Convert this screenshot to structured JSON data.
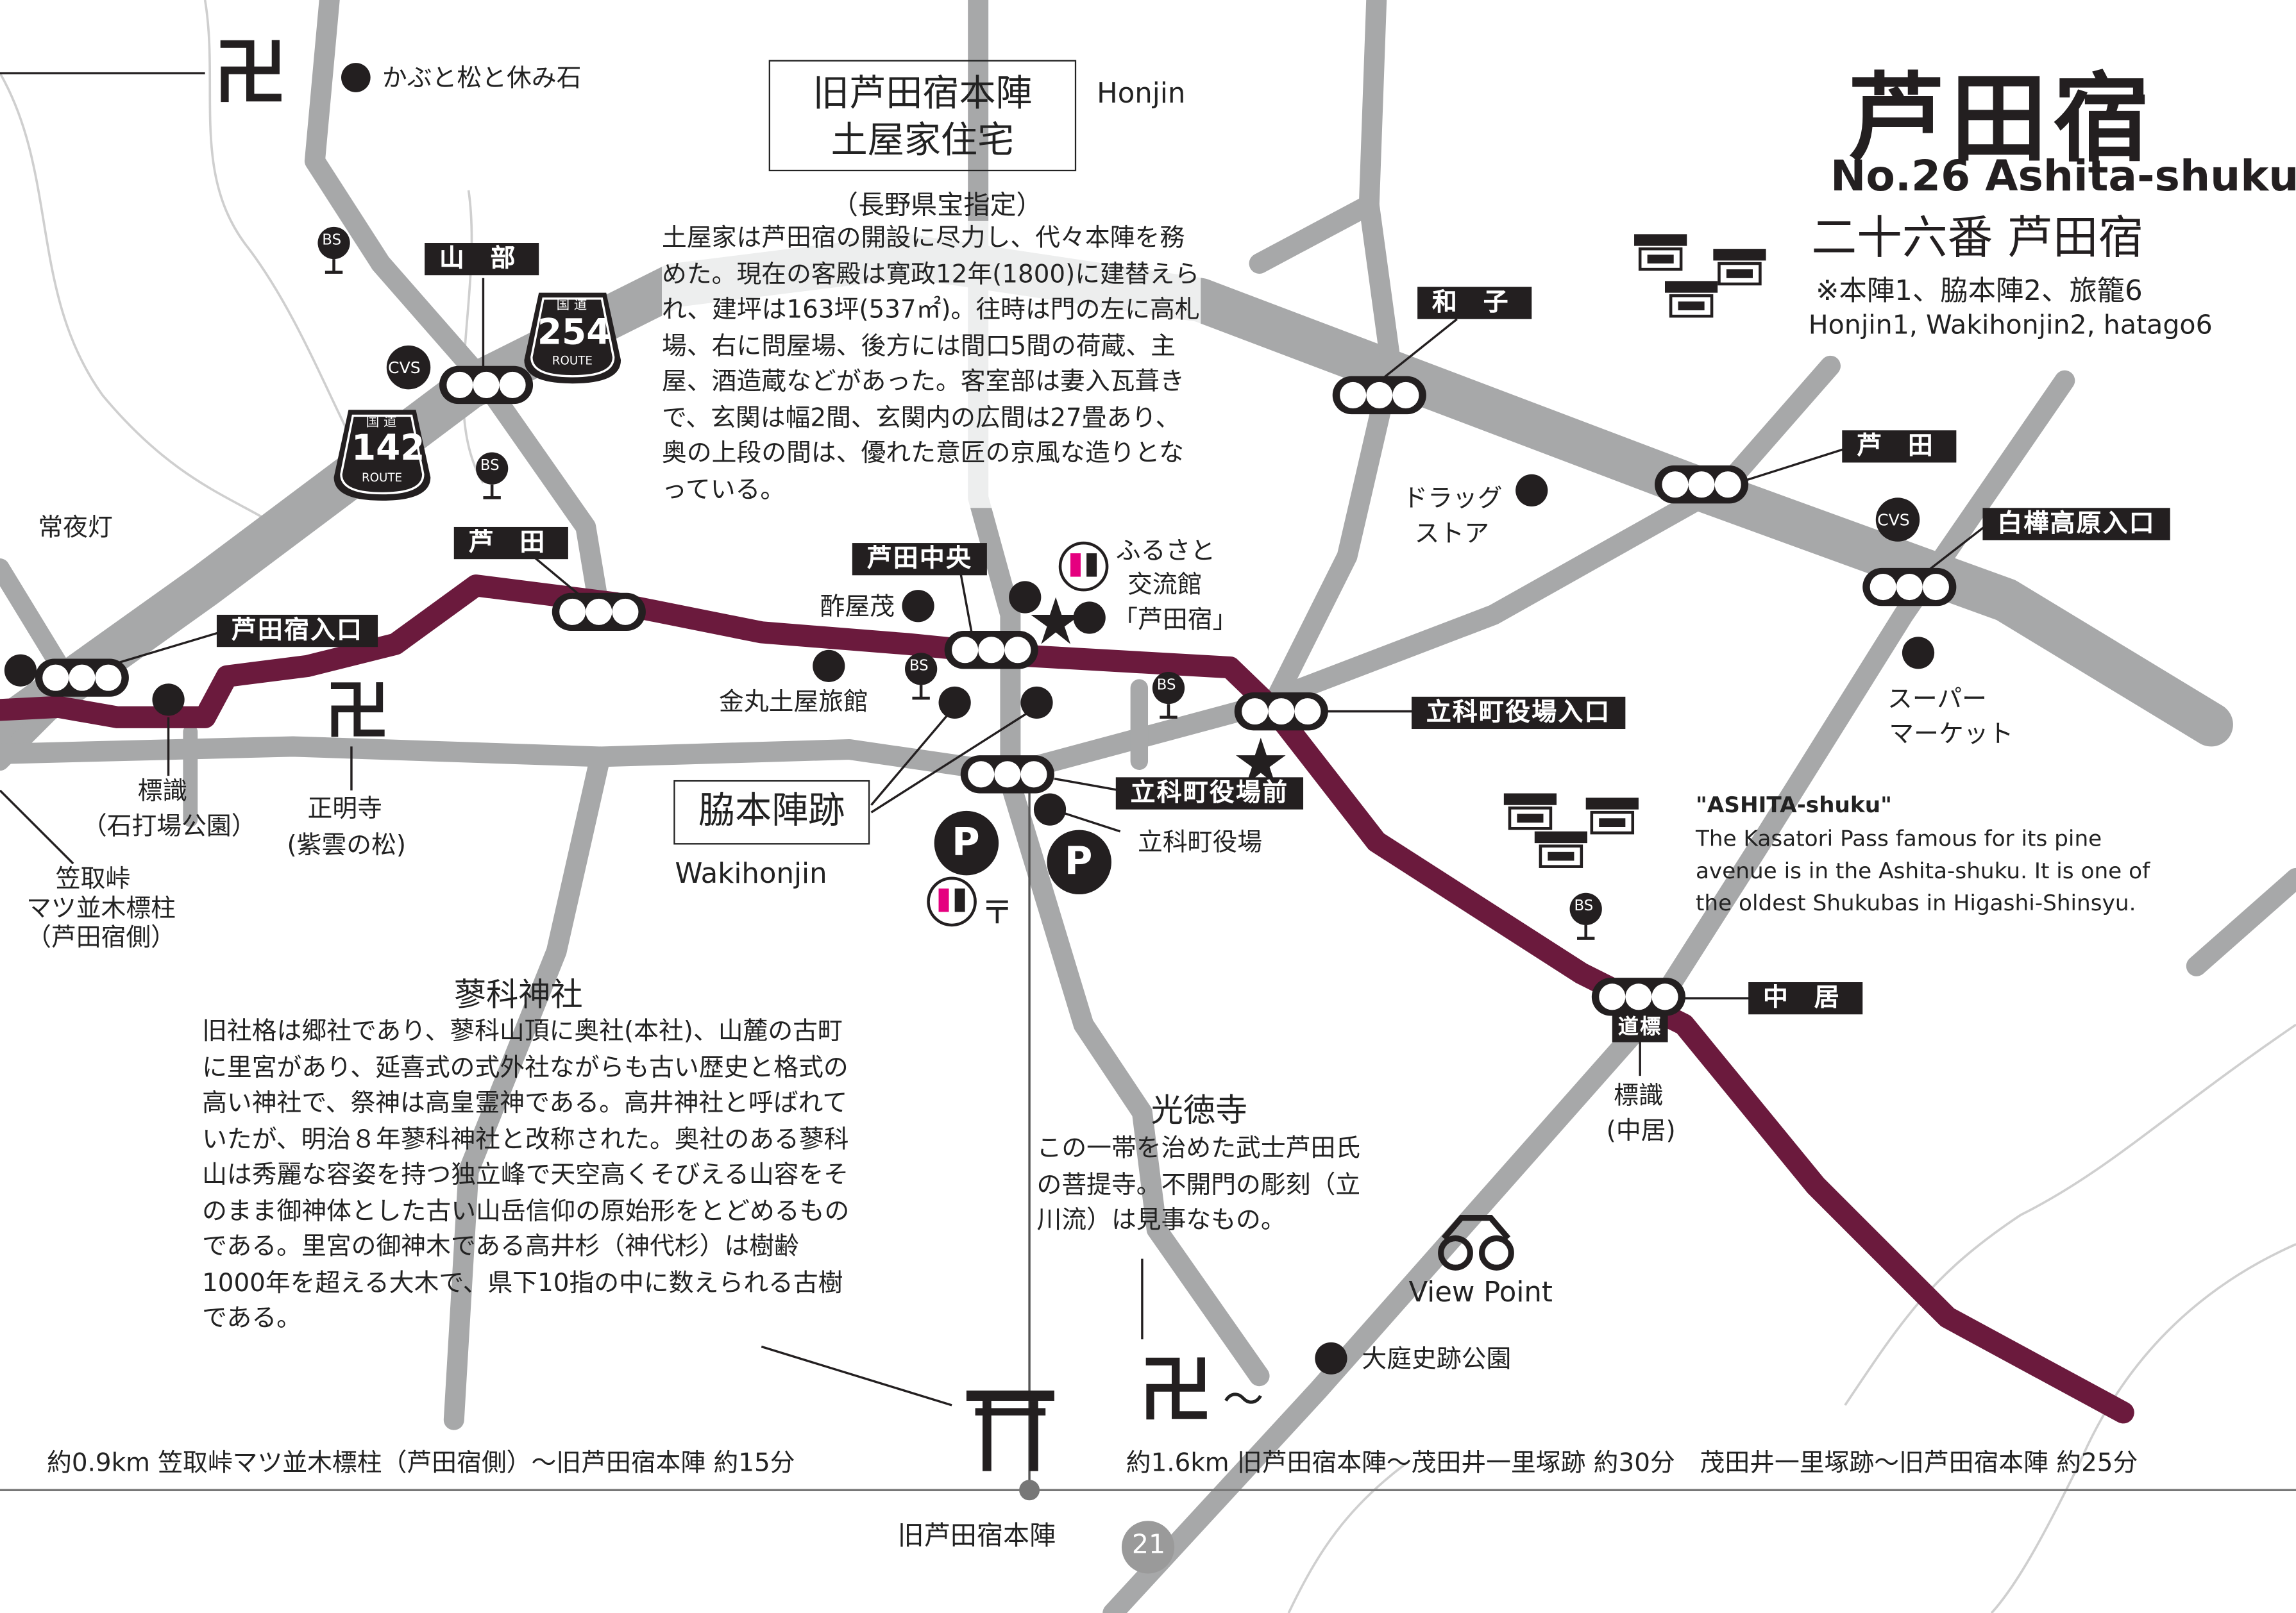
{
  "header": {
    "title_jp": "芦田宿",
    "title_en": "No.26 Ashita-shuku",
    "subtitle_jp": "二十六番 芦田宿",
    "counts_jp": "※本陣1、脇本陣2、旅籠6",
    "counts_en": "Honjin1, Wakihonjin2, hatago6"
  },
  "honjin": {
    "box_line1": "旧芦田宿本陣",
    "box_line2": "土屋家住宅",
    "en_label": "Honjin",
    "designation": "（長野県宝指定）",
    "description": "土屋家は芦田宿の開設に尽力し、代々本陣を務めた。現在の客殿は寛政12年(1800)に建替えられ、建坪は163坪(537㎡)。往時は門の左に高札場、右に問屋場、後方には間口5間の荷蔵、主屋、酒造蔵などがあった。客室部は妻入瓦葺きで、玄関は幅2間、玄関内の広間は27畳あり、奥の上段の間は、優れた意匠の京風な造りとなっている。"
  },
  "tateshina_shrine": {
    "title": "蓼科神社",
    "description": "旧社格は郷社であり、蓼科山頂に奥社(本社)、山麓の古町に里宮があり、延喜式の式外社ながらも古い歴史と格式の高い神社で、祭神は高皇霊神である。高井神社と呼ばれていたが、明治８年蓼科神社と改称された。奥社のある蓼科山は秀麗な容姿を持つ独立峰で天空高くそびえる山容をそのまま御神体とした古い山岳信仰の原始形をとどめるものである。里宮の御神木である高井杉（神代杉）は樹齢1000年を超える大木で、県下10指の中に数えられる古樹である。"
  },
  "kotokuji": {
    "title": "光徳寺",
    "description": "この一帯を治めた武士芦田氏の菩提寺。不開門の彫刻（立川流）は見事なもの。"
  },
  "ashita_info": {
    "title": "\"ASHITA-shuku\"",
    "description": "The Kasatori Pass famous for its pine avenue is in the Ashita-shuku. It is one of the oldest Shukubas in Higashi-Shinsyu."
  },
  "wakihonjin": {
    "label": "脇本陣跡",
    "en_label": "Wakihonjin"
  },
  "signals": {
    "yamabe": "山 部",
    "wako": "和 子",
    "ashita_n": "芦 田",
    "ashita_e": "芦 田",
    "ashita_center": "芦田中央",
    "ashita_entrance": "芦田宿入口",
    "shirakaba": "白樺高原入口",
    "yakuba_iriguchi": "立科町役場入口",
    "yakuba_mae": "立科町役場前",
    "nakai": "中 居"
  },
  "routes": {
    "r254": "254",
    "r142": "142",
    "kokudo": "国 道",
    "route": "ROUTE"
  },
  "pois": {
    "kabuto_matsu": "かぶと松と休み石",
    "joyato": "常夜灯",
    "hyoshiki_ishiuchiba": "標識",
    "hyoshiki_ishiuchiba_sub": "（石打場公園）",
    "shomyoji": "正明寺",
    "shomyoji_sub": "(紫雲の松)",
    "kasatori_line1": "笠取峠",
    "kasatori_line2": "マツ並木標柱",
    "kasatori_line3": "（芦田宿側）",
    "sakaya": "酢屋茂",
    "kanamaru": "金丸土屋旅館",
    "furusato_line1": "ふるさと",
    "furusato_line2": "交流館",
    "furusato_line3": "「芦田宿」",
    "yakuba": "立科町役場",
    "drugstore_line1": "ドラッグ",
    "drugstore_line2": "ストア",
    "supermarket_line1": "スーパー",
    "supermarket_line2": "マーケット",
    "dohyo": "道標",
    "hyoshiki_nakai": "標識",
    "hyoshiki_nakai_sub": "(中居)",
    "oniwa": "大庭史跡公園",
    "view_point": "View Point"
  },
  "icons": {
    "bus_stop": "BS",
    "convenience": "CVS",
    "parking": "P",
    "post": "〒",
    "temple": "卍",
    "torii": "torii-icon",
    "wave": "〜"
  },
  "footer": {
    "left_route": "約0.9km 笠取峠マツ並木標柱（芦田宿側）〜旧芦田宿本陣 約15分",
    "right_route": "約1.6km 旧芦田宿本陣〜茂田井一里塚跡 約30分　茂田井一里塚跡〜旧芦田宿本陣 約25分",
    "center_label": "旧芦田宿本陣",
    "page_number": "21"
  },
  "colors": {
    "road": "#a7a8a9",
    "nakasendo": "#6b1a3d",
    "signal": "#231f20",
    "pink": "#e5007f",
    "creek": "#c9c9c9"
  }
}
